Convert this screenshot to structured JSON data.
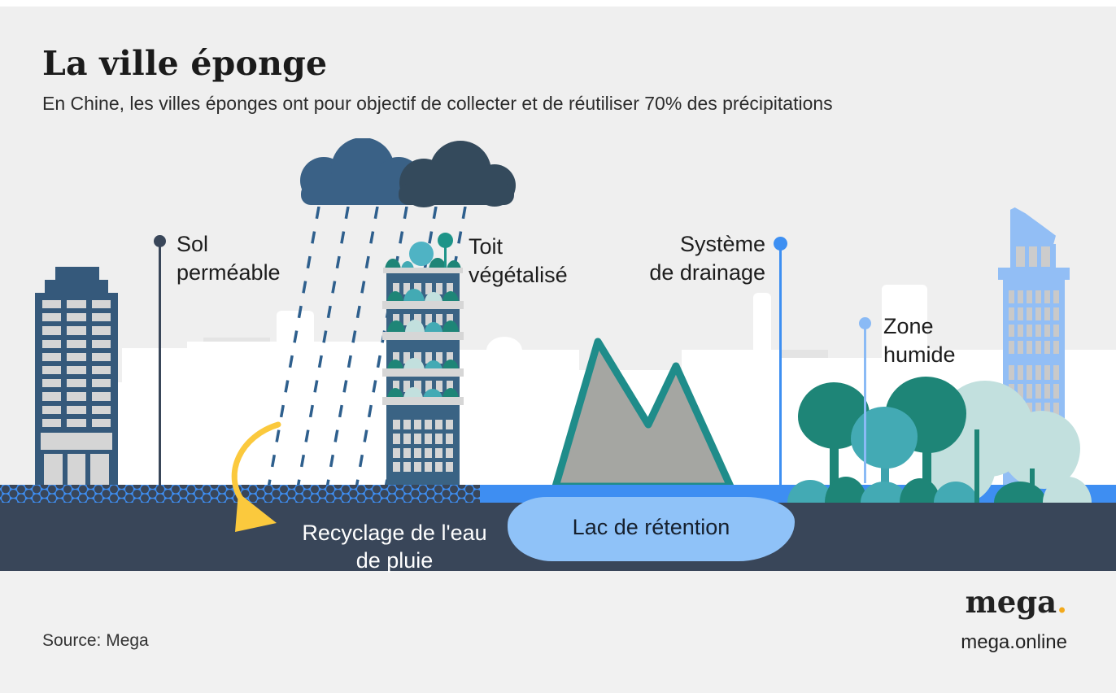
{
  "header": {
    "title": "La ville éponge",
    "subtitle": "En Chine, les villes éponges ont pour objectif de collecter et de réutiliser 70% des précipitations"
  },
  "labels": {
    "permeable_soil": {
      "line1": "Sol",
      "line2": "perméable"
    },
    "green_roof": {
      "line1": "Toit",
      "line2": "végétalisé"
    },
    "drainage": {
      "line1": "Système",
      "line2": "de drainage"
    },
    "wetland": {
      "line1": "Zone",
      "line2": "humide"
    },
    "recycling": {
      "line1": "Recyclage de l'eau",
      "line2": "de pluie"
    },
    "retention_lake": "Lac de rétention"
  },
  "footer": {
    "source": "Source: Mega",
    "logo": "mega",
    "logo_dot": ".",
    "website": "mega.online"
  },
  "colors": {
    "background": "#efefef",
    "soil_band_blue": "#3e8ef2",
    "ground_dark": "#394659",
    "lake_blue": "#8fc2f8",
    "cloud_light": "#3a6186",
    "cloud_dark": "#344a5c",
    "rain_blue": "#2e5f8d",
    "building_left": "#35597b",
    "building_green": "#3a6384",
    "building_right": "#92bef5",
    "tree_dark_teal": "#1e8577",
    "tree_medium_teal": "#43aab4",
    "tree_pale_teal": "#c2e0de",
    "mountain_fill": "#a5a6a2",
    "mountain_outline": "#1f8c8a",
    "marker_dark": "#394659",
    "marker_drainage": "#3d8ff2",
    "marker_wetland": "#8abaf5",
    "arrow_yellow": "#fbc93d",
    "logo_dot_orange": "#f2a91c"
  }
}
